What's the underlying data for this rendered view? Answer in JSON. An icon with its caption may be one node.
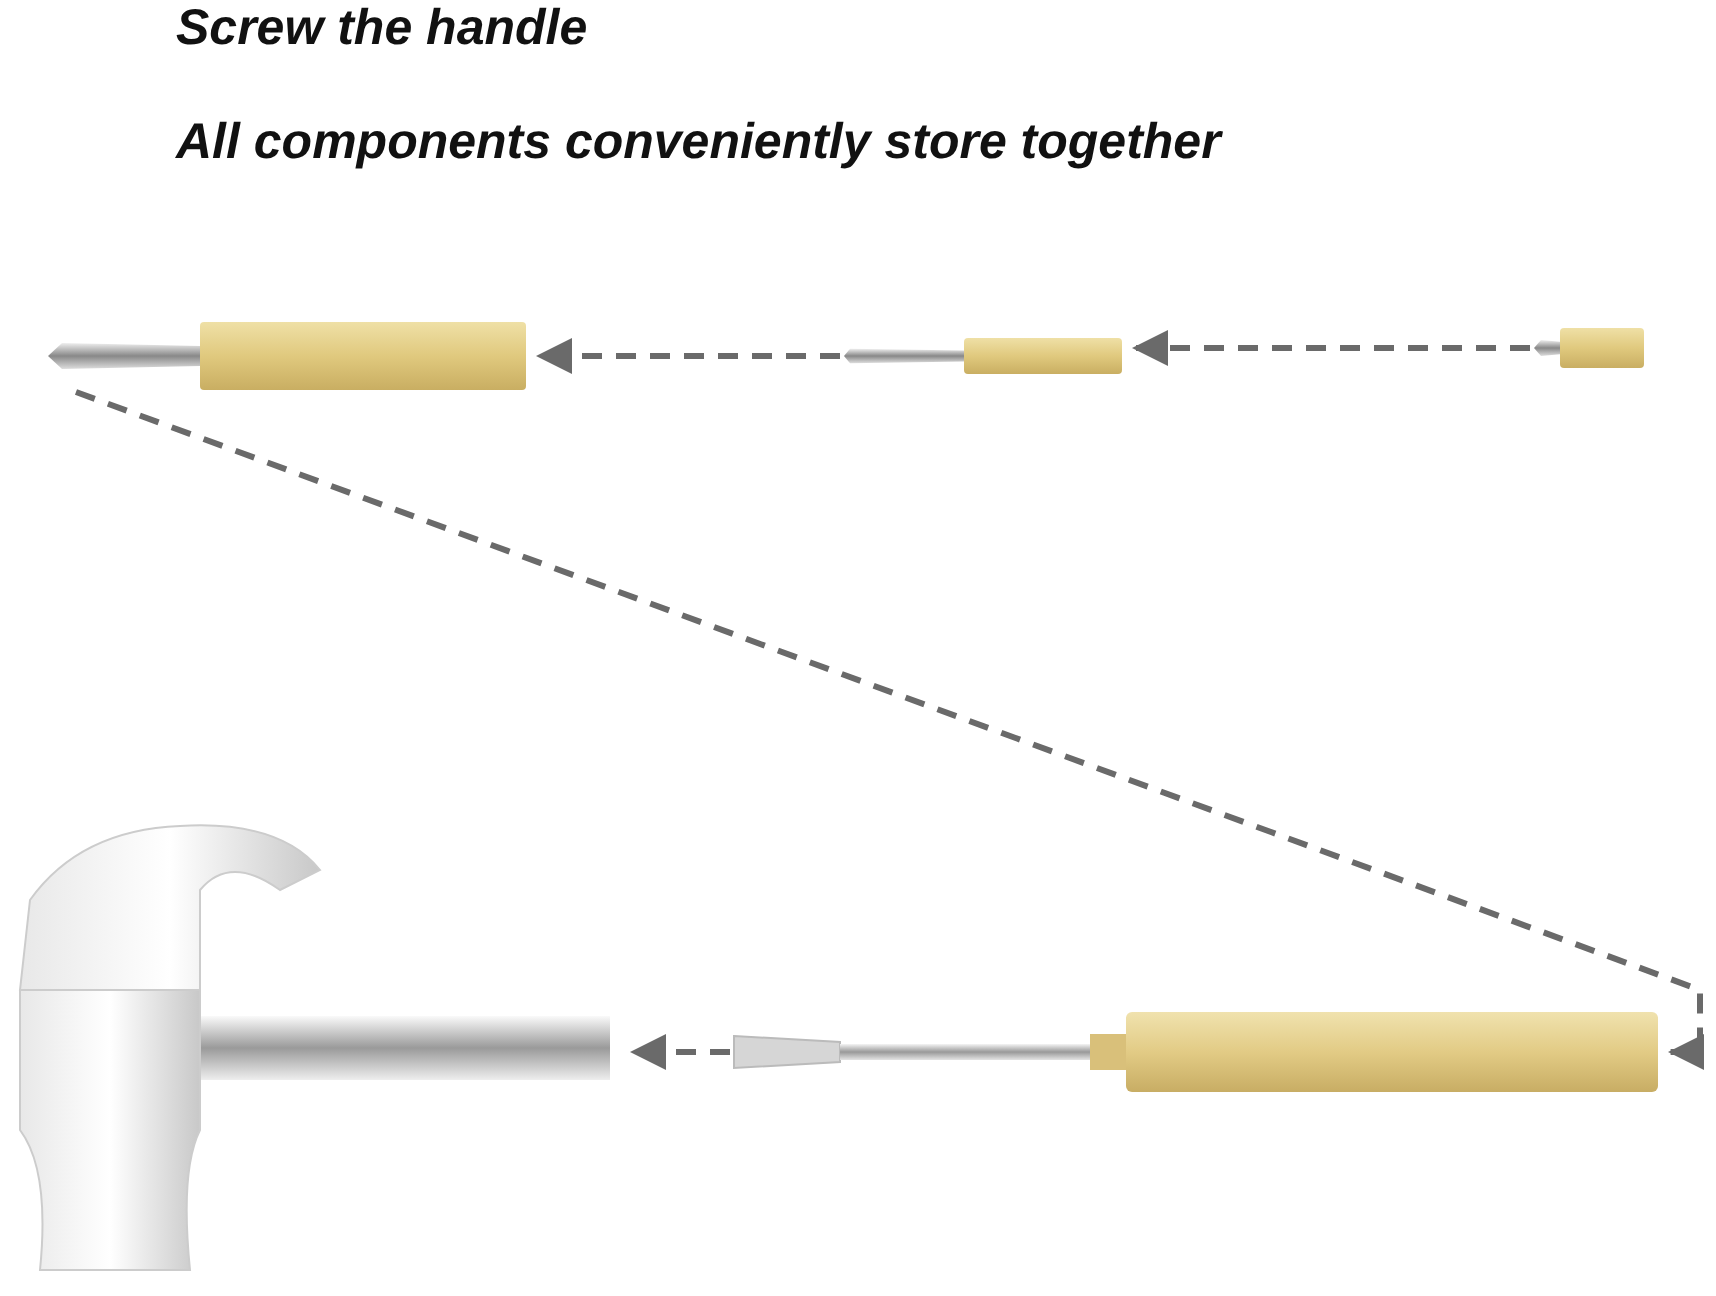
{
  "diagram": {
    "nodes": [
      {
        "text": [],
        "shape": "picture"
      },
      {
        "text": [],
        "shape": "picture"
      },
      {
        "text": [],
        "shape": "picture"
      },
      {
        "text": [],
        "shape": "picture"
      },
      {
        "text": [],
        "shape": "picture"
      }
    ],
    "edges": [
      {
        "from": 0,
        "to": 1,
        "arrow": "to",
        "style": "dashed"
      },
      {
        "from": 1,
        "to": 2,
        "arrow": "to",
        "style": "dashed"
      },
      {
        "from": 2,
        "to": 3,
        "arrow": "to",
        "style": "dashed"
      },
      {
        "from": 3,
        "to": 4,
        "arrow": "to",
        "style": "dashed"
      }
    ],
    "labels": [
      "Screw the handle",
      "All components conveniently store together"
    ]
  }
}
